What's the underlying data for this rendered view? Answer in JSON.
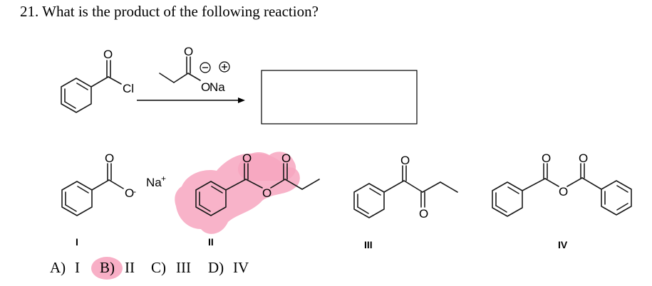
{
  "question": {
    "text": "21.  What is the product of the following reaction?"
  },
  "reaction": {
    "reactant_atoms": {
      "oxygen": "O",
      "chlorine": "Cl"
    },
    "reagent_atoms": {
      "oxygen": "O",
      "sodium": "Na",
      "minus_charge": "−",
      "plus_charge": "+"
    }
  },
  "choices": [
    {
      "label": "I",
      "atoms": {
        "carbonyl_o": "O",
        "oxide_o": "O",
        "oxide_charge": "-",
        "cation": "Na",
        "cation_charge": "+"
      }
    },
    {
      "label": "II",
      "atoms": {
        "carbonyl_o1": "O",
        "carbonyl_o2": "O",
        "bridge_o": "O"
      },
      "highlighted": true
    },
    {
      "label": "III",
      "atoms": {
        "carbonyl_o1": "O",
        "carbonyl_o2": "O"
      }
    },
    {
      "label": "IV",
      "atoms": {
        "carbonyl_o1": "O",
        "carbonyl_o2": "O",
        "bridge_o": "O"
      }
    }
  ],
  "answers": [
    {
      "letter": "A)",
      "value": "I"
    },
    {
      "letter": "B)",
      "value": "II",
      "circled": true
    },
    {
      "letter": "C)",
      "value": "III"
    },
    {
      "letter": "D)",
      "value": "IV"
    }
  ],
  "colors": {
    "highlight": "#f7a6c0"
  }
}
